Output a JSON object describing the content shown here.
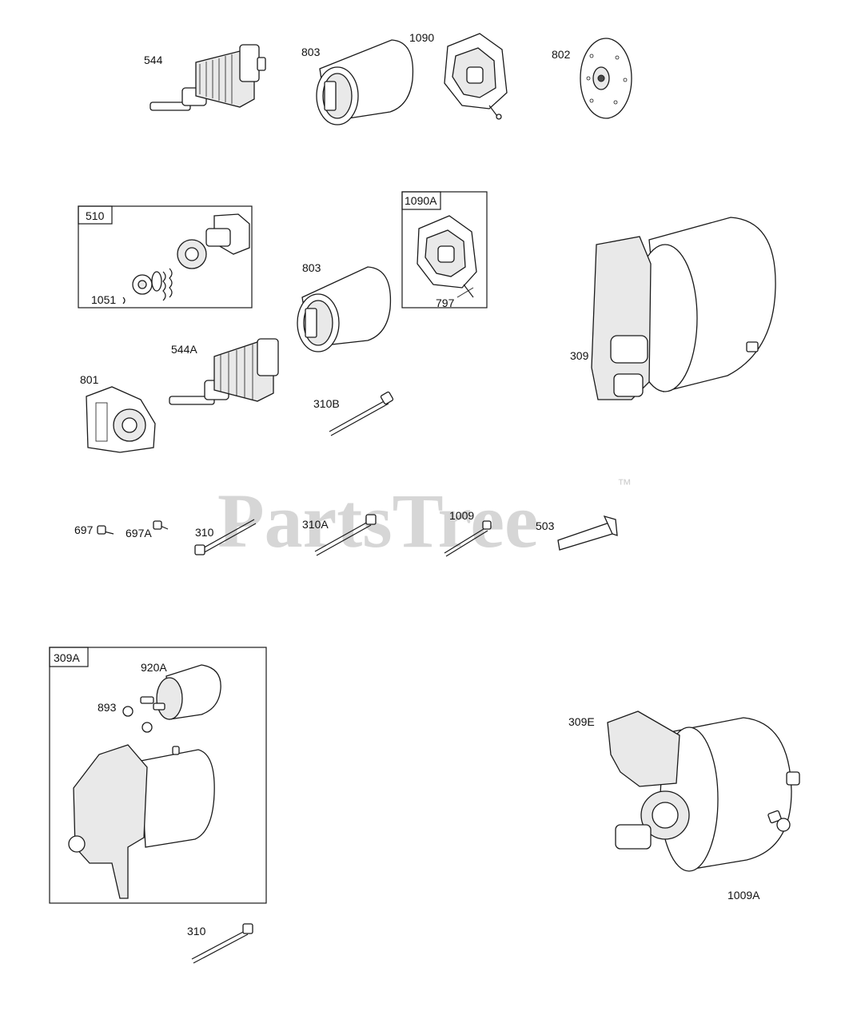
{
  "watermark": {
    "text": "PartsTree",
    "trademark": "™"
  },
  "labels": {
    "p544": "544",
    "p803a": "803",
    "p1090": "1090",
    "p802": "802",
    "p510": "510",
    "p1051": "1051",
    "p1090A": "1090A",
    "p797": "797",
    "p803b": "803",
    "p544A": "544A",
    "p801": "801",
    "p310B": "310B",
    "p309": "309",
    "p697": "697",
    "p697A": "697A",
    "p310a": "310",
    "p310A": "310A",
    "p1009": "1009",
    "p503": "503",
    "p309A": "309A",
    "p920A": "920A",
    "p893": "893",
    "p309E": "309E",
    "p1009A": "1009A",
    "p310b": "310"
  }
}
